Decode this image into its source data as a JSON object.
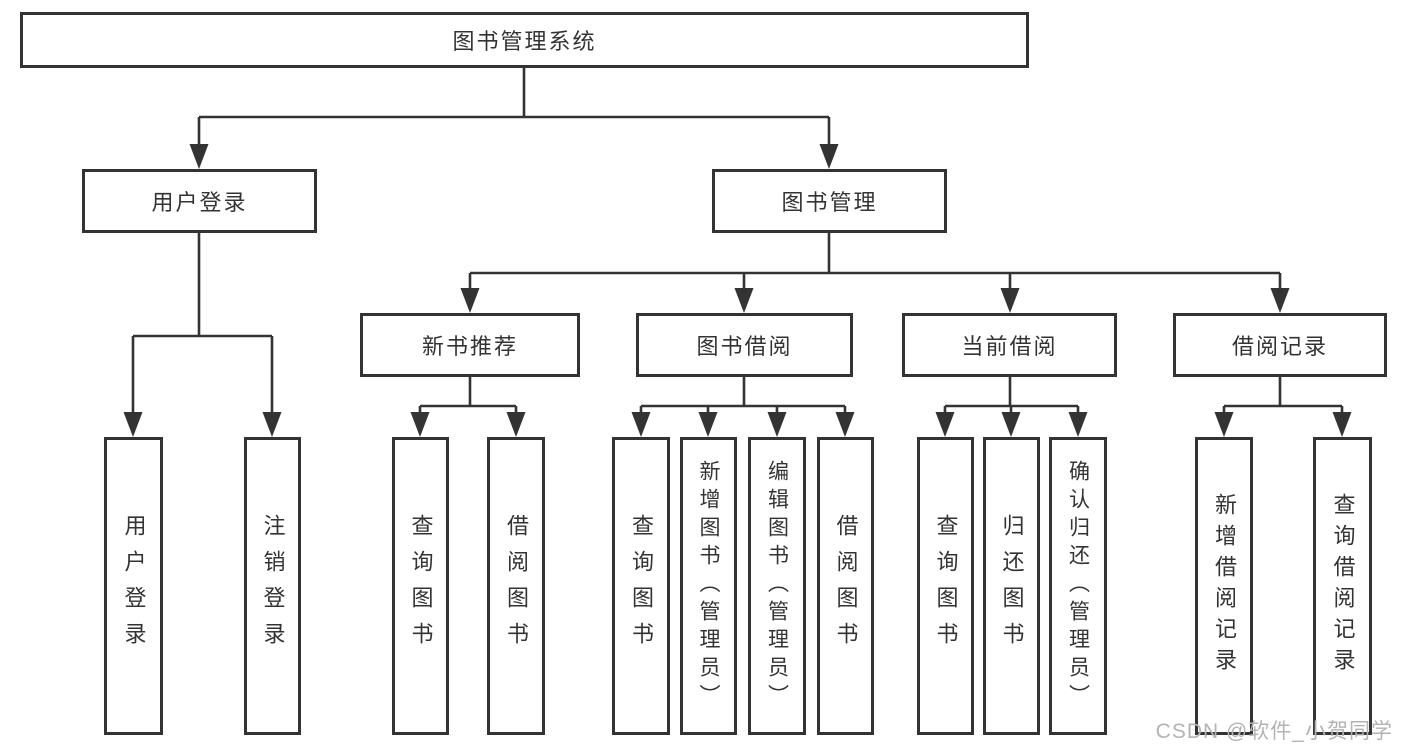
{
  "diagram_type": "tree",
  "watermark": "CSDN @软件_小贺同学",
  "colors": {
    "background": "#ffffff",
    "line": "#333333",
    "text": "#333333",
    "watermark": "#b3b3b3"
  },
  "tree": {
    "label": "图书管理系统",
    "children": [
      {
        "label": "用户登录",
        "children": [
          {
            "label": "用户登录"
          },
          {
            "label": "注销登录"
          }
        ]
      },
      {
        "label": "图书管理",
        "children": [
          {
            "label": "新书推荐",
            "children": [
              {
                "label": "查询图书"
              },
              {
                "label": "借阅图书"
              }
            ]
          },
          {
            "label": "图书借阅",
            "children": [
              {
                "label": "查询图书"
              },
              {
                "label": "新增图书（管理员）"
              },
              {
                "label": "编辑图书（管理员）"
              },
              {
                "label": "借阅图书"
              }
            ]
          },
          {
            "label": "当前借阅",
            "children": [
              {
                "label": "查询图书"
              },
              {
                "label": "归还图书"
              },
              {
                "label": "确认归还（管理员）"
              }
            ]
          },
          {
            "label": "借阅记录",
            "children": [
              {
                "label": "新增借阅记录"
              },
              {
                "label": "查询借阅记录"
              }
            ]
          }
        ]
      }
    ]
  }
}
